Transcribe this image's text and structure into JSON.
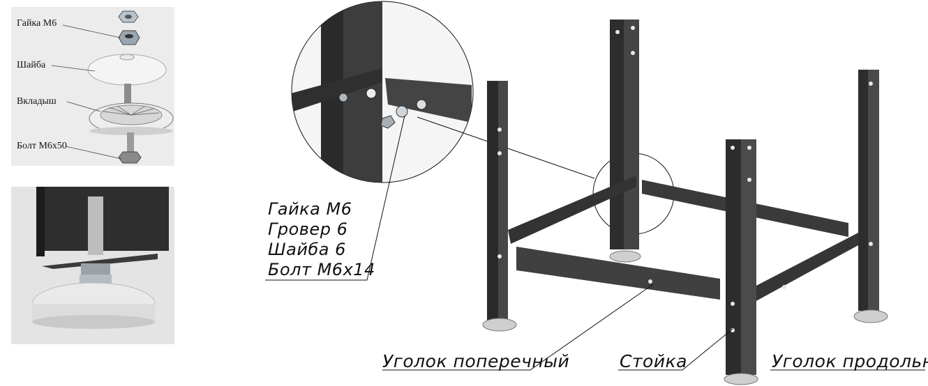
{
  "parts_top": {
    "nut": "Гайка М6",
    "washer": "Шайба",
    "insert": "Вкладыш",
    "bolt": "Болт М6х50"
  },
  "fasteners": [
    "Гайка М6",
    "Гровер 6",
    "Шайба 6",
    "Болт М6х14"
  ],
  "frame_labels": {
    "cross_angle": "Уголок поперечный",
    "post": "Стойка",
    "long_angle": "Уголок продольный"
  },
  "colors": {
    "steel": "#3b3b3b",
    "steel_light": "#5a5a5a",
    "foot": "#d9d9d9"
  }
}
